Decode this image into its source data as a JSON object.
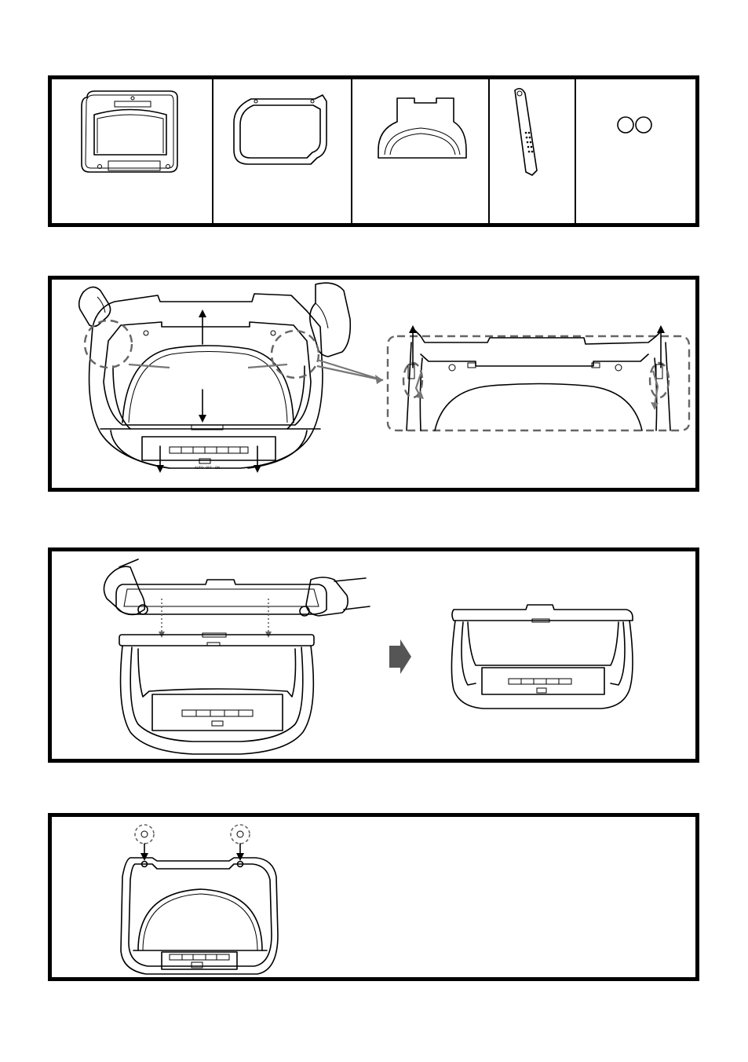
{
  "page": {
    "panels": [
      {
        "step": "parts-list",
        "cells": [
          "monitor-unit",
          "trim-frame",
          "cover-plate",
          "tool",
          "screw-caps"
        ]
      },
      {
        "step": "remove-trim-frame"
      },
      {
        "step": "attach-cover",
        "arrow_icon": "right-arrow-icon"
      },
      {
        "step": "insert-screw-caps"
      }
    ],
    "switch_labels": [
      "AUTO",
      "OFF",
      "ON"
    ]
  }
}
